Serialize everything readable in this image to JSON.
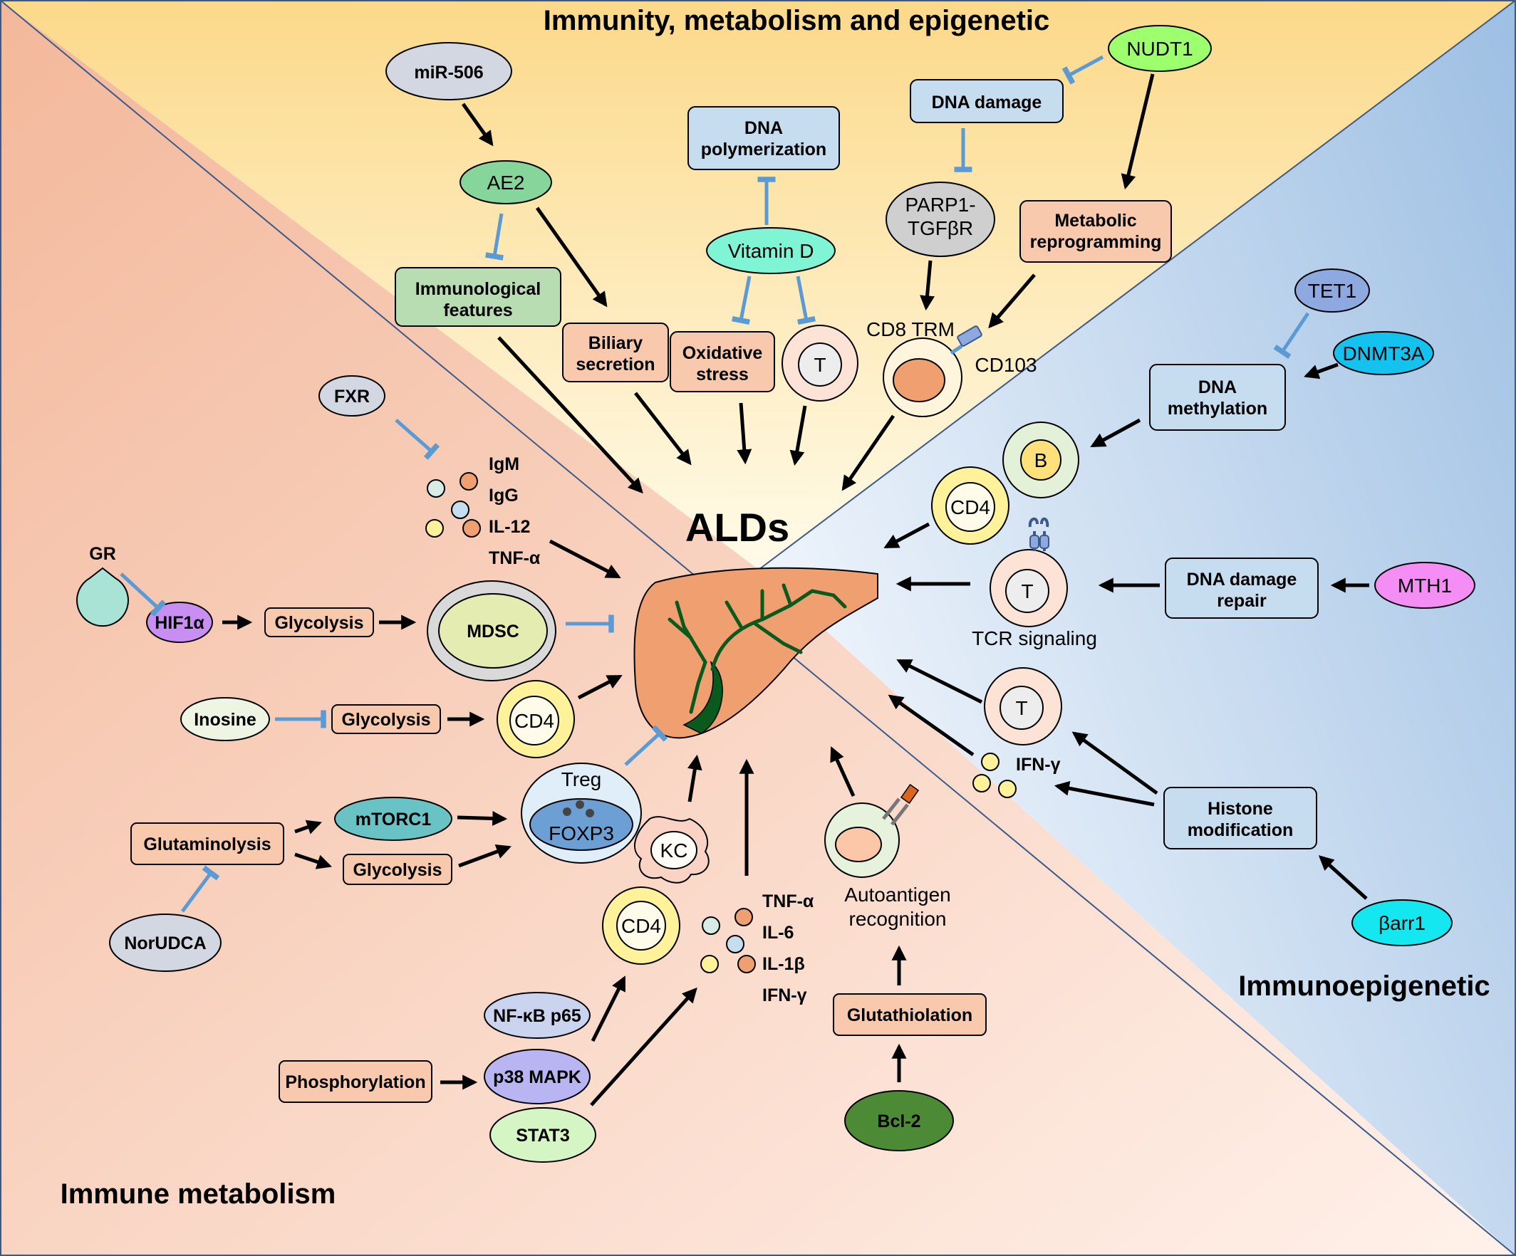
{
  "sections": {
    "top": "Immunity, metabolism and epigenetic",
    "left": "Immune metabolism",
    "right": "Immunoepigenetic",
    "center": "ALDs"
  },
  "colors": {
    "top_bg": "#fde7a6",
    "left_bg": "#f6c2a8",
    "right_bg": "#a9c7e6",
    "orange_box": "#f8c9ad",
    "blue_box": "#c6dcef",
    "green_box": "#b9ddb3",
    "liver": "#f0a070",
    "liver_vessels": "#0b5a1d",
    "inhibition": "#5b9bd5"
  },
  "nodes": {
    "mir506": "miR-506",
    "ae2": "AE2",
    "immunological_features": [
      "Immunological",
      "features"
    ],
    "biliary_secretion": [
      "Biliary",
      "secretion"
    ],
    "dna_polymerization": [
      "DNA",
      "polymerization"
    ],
    "vitamin_d": "Vitamin D",
    "oxidative_stress": [
      "Oxidative",
      "stress"
    ],
    "t_cell_top": "T",
    "dna_damage": "DNA damage",
    "nudt1": "NUDT1",
    "parp1": [
      "PARP1-",
      "TGFβR"
    ],
    "metabolic_reprogramming": [
      "Metabolic",
      "reprogramming"
    ],
    "cd8_trm": "CD8 TRM",
    "cd103": "CD103",
    "fxr": "FXR",
    "cytokines_top": [
      "IgM",
      "IgG",
      "IL-12",
      "TNF-α"
    ],
    "gr": "GR",
    "hif1a": "HIF1α",
    "glycolysis_1": "Glycolysis",
    "mdsc": "MDSC",
    "inosine": "Inosine",
    "glycolysis_2": "Glycolysis",
    "cd4_left": "CD4",
    "glutaminolysis": "Glutaminolysis",
    "mtorc1": "mTORC1",
    "glycolysis_3": "Glycolysis",
    "treg": "Treg",
    "foxp3": "FOXP3",
    "kc": "KC",
    "norudca": "NorUDCA",
    "cd4_bottom": "CD4",
    "cytokines_bottom": [
      "TNF-α",
      "IL-6",
      "IL-1β",
      "IFN-γ"
    ],
    "nfkb": "NF-κB p65",
    "phosphorylation": "Phosphorylation",
    "p38": "p38 MAPK",
    "stat3": "STAT3",
    "autoantigen": [
      "Autoantigen",
      "recognition"
    ],
    "glutathiolation": "Glutathiolation",
    "bcl2": "Bcl-2",
    "tet1": "TET1",
    "dnmt3a": "DNMT3A",
    "dna_methylation": [
      "DNA",
      "methylation"
    ],
    "b_cell": "B",
    "cd4_right": "CD4",
    "t_tcr": "T",
    "tcr_signaling": "TCR signaling",
    "dna_damage_repair": [
      "DNA damage",
      "repair"
    ],
    "mth1": "MTH1",
    "t_right": "T",
    "ifn_g": "IFN-γ",
    "histone_modification": [
      "Histone",
      "modification"
    ],
    "barr1": "βarr1"
  }
}
